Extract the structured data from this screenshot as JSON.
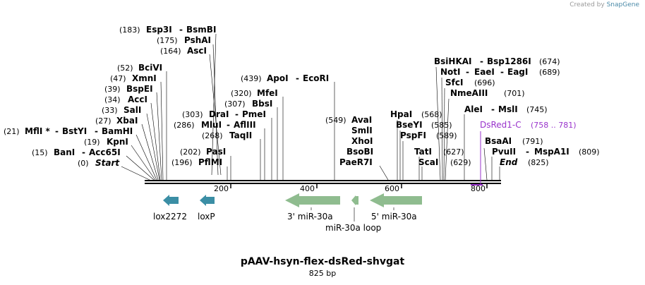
{
  "credit": {
    "prefix": "Created by",
    "brand": "SnapGene"
  },
  "title": "pAAV-hsyn-flex-dsRed-shvgat",
  "length_label": "825 bp",
  "colors": {
    "lox": "#3b8ea5",
    "mir": "#8fbc8f",
    "primer": "#9933cc",
    "line": "#000000"
  },
  "ticks": [
    "200",
    "400",
    "600",
    "800"
  ],
  "left_labels": [
    {
      "num": "(183)",
      "names": [
        "Esp3I",
        "BsmBI"
      ]
    },
    {
      "num": "(175)",
      "names": [
        "PshAI"
      ]
    },
    {
      "num": "(164)",
      "names": [
        "AscI"
      ]
    },
    {
      "num": "(52)",
      "names": [
        "BciVI"
      ]
    },
    {
      "num": "(47)",
      "names": [
        "XmnI"
      ]
    },
    {
      "num": "(39)",
      "names": [
        "BspEI"
      ]
    },
    {
      "num": "(34)",
      "names": [
        "AccI"
      ]
    },
    {
      "num": "(33)",
      "names": [
        "SalI"
      ]
    },
    {
      "num": "(27)",
      "names": [
        "XbaI"
      ]
    },
    {
      "num": "(21)",
      "names": [
        "MflI *",
        "BstYI",
        "BamHI"
      ]
    },
    {
      "num": "(19)",
      "names": [
        "KpnI"
      ]
    },
    {
      "num": "(15)",
      "names": [
        "BanI",
        "Acc65I"
      ]
    },
    {
      "num": "(0)",
      "names": [
        "Start"
      ]
    }
  ],
  "middle_labels": [
    {
      "num": "(439)",
      "names": [
        "ApoI",
        "EcoRI"
      ]
    },
    {
      "num": "(320)",
      "names": [
        "MfeI"
      ]
    },
    {
      "num": "(307)",
      "names": [
        "BbsI"
      ]
    },
    {
      "num": "(303)",
      "names": [
        "DraI",
        "PmeI"
      ]
    },
    {
      "num": "(286)",
      "names": [
        "MluI",
        "AflIII"
      ]
    },
    {
      "num": "(268)",
      "names": [
        "TaqII"
      ]
    },
    {
      "num": "(202)",
      "names": [
        "PasI"
      ]
    },
    {
      "num": "(196)",
      "names": [
        "PflMI"
      ]
    }
  ],
  "center_labels": [
    {
      "num": "(549)",
      "names": [
        "AvaI"
      ]
    },
    {
      "names": [
        "SmlI"
      ]
    },
    {
      "names": [
        "XhoI"
      ]
    },
    {
      "names": [
        "BsoBI"
      ]
    },
    {
      "names": [
        "PaeR7I"
      ]
    }
  ],
  "right_labels": [
    {
      "num": "(674)",
      "names": [
        "BsiHKAI",
        "Bsp1286I"
      ]
    },
    {
      "num": "(689)",
      "names": [
        "NotI",
        "EaeI",
        "EagI"
      ]
    },
    {
      "num": "(696)",
      "names": [
        "SfcI"
      ]
    },
    {
      "num": "(701)",
      "names": [
        "NmeAIII"
      ]
    },
    {
      "num": "(745)",
      "names": [
        "AleI",
        "MslI"
      ]
    },
    {
      "num": "(791)",
      "names": [
        "BsaAI"
      ]
    },
    {
      "num": "(809)",
      "names": [
        "PvuII",
        "MspA1I"
      ]
    },
    {
      "num": "(825)",
      "names": [
        "End"
      ]
    }
  ],
  "inner_right_labels": [
    {
      "num": "(568)",
      "names": [
        "HpaI"
      ]
    },
    {
      "num": "(585)",
      "names": [
        "BseYI"
      ]
    },
    {
      "num": "(589)",
      "names": [
        "PspFI"
      ]
    },
    {
      "num": "(627)",
      "names": [
        "TatI"
      ]
    },
    {
      "num": "(629)",
      "names": [
        "ScaI"
      ]
    }
  ],
  "primer": {
    "name": "DsRed1-C",
    "range": "(758 .. 781)"
  },
  "features": [
    {
      "name": "lox2272"
    },
    {
      "name": "loxP"
    },
    {
      "name": "3' miR-30a"
    },
    {
      "name": "miR-30a loop"
    },
    {
      "name": "5' miR-30a"
    }
  ]
}
